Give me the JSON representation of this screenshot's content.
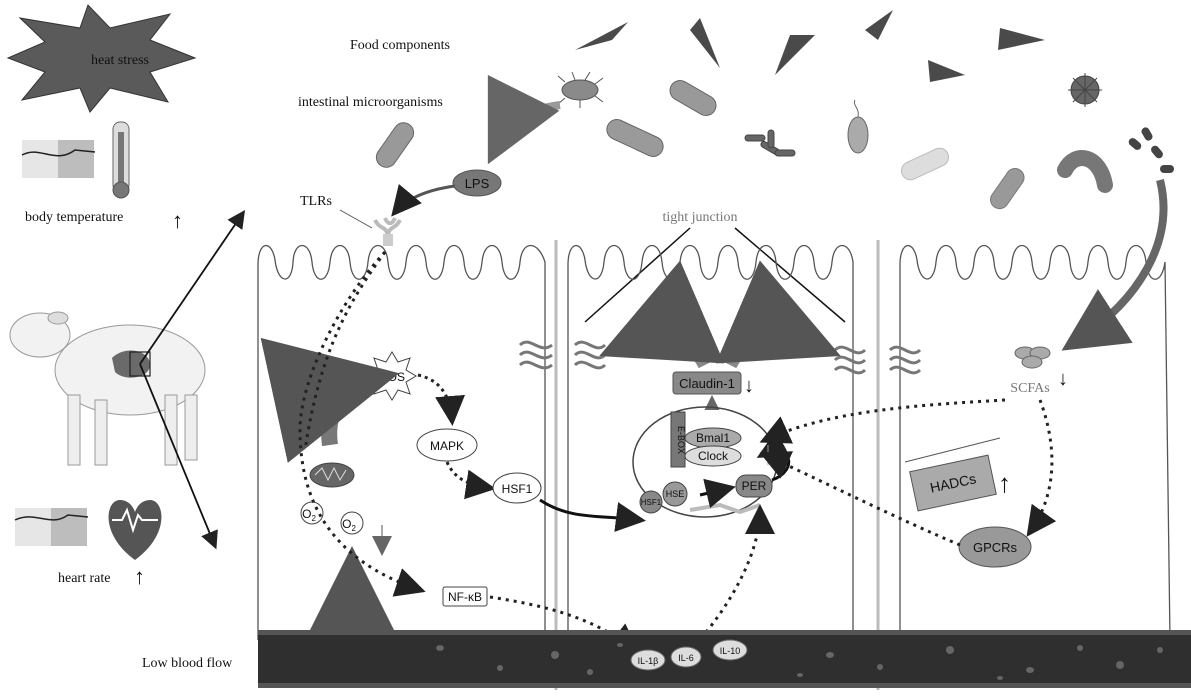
{
  "labels": {
    "heat_stress": "heat stress",
    "food_components": "Food components",
    "intestinal_microorganisms": "intestinal microorganisms",
    "body_temperature": "body temperature",
    "heart_rate": "heart rate",
    "tlrs": "TLRs",
    "lps": "LPS",
    "tight_junction": "tight junction",
    "ros": "ROS",
    "mapk": "MAPK",
    "hsf1": "HSF1",
    "hsf1_small": "HSF1",
    "hse": "HSE",
    "o2": "O",
    "o2_sub": "2",
    "nf_kb": "NF-κB",
    "claudin1": "Claudin-1",
    "bmal1": "Bmal1",
    "clock": "Clock",
    "ebox": "E-BOX",
    "per": "PER",
    "scfas": "SCFAs",
    "hadcs": "HADCs",
    "gpcrs": "GPCRs",
    "low_blood_flow": "Low blood flow",
    "il1b": "IL-1β",
    "il6": "IL-6",
    "il10": "IL-10",
    "arrow_up": "↑",
    "arrow_down": "↓"
  },
  "colors": {
    "dark_gray": "#4a4a4a",
    "mid_gray": "#8a8a8a",
    "light_gray": "#c8c8c8",
    "blood_vessel": "#2e2e2e"
  }
}
